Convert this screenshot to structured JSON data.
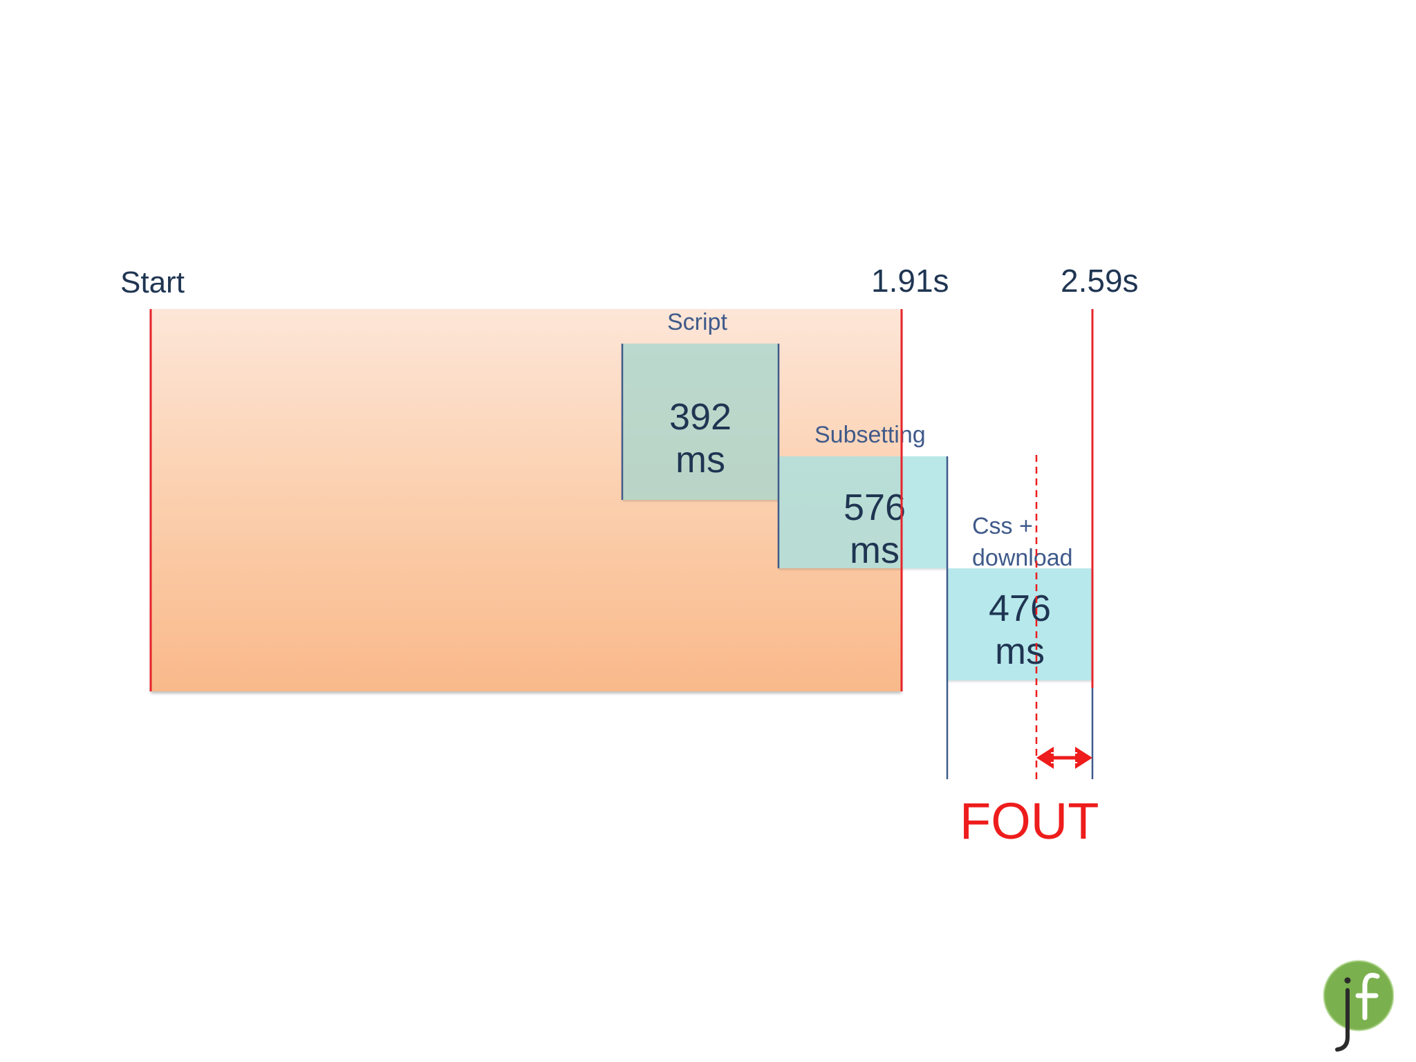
{
  "timeline": {
    "start_label": "Start",
    "marker_1_label": "1.91s",
    "marker_2_label": "2.59s"
  },
  "segments": {
    "script": {
      "name": "Script",
      "value": "392\nms"
    },
    "subsetting": {
      "name": "Subsetting",
      "value": "576\nms"
    },
    "css_download": {
      "name": "Css +\ndownload",
      "value": "476\nms"
    }
  },
  "fout": {
    "label": "FOUT"
  },
  "colors": {
    "marker_red": "#e8242b",
    "segment_blue": "#3f5a8a",
    "fout_red": "#ee1c1c",
    "logo_green": "#7bb04e"
  },
  "logo": {
    "name": "jf-logo-icon"
  }
}
